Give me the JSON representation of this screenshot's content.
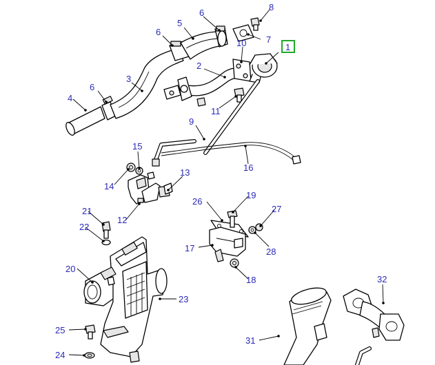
{
  "colors": {
    "label": "#2a2ab8",
    "highlight": "#1faa2a",
    "line": "#000000"
  },
  "highlighted_callout": "1",
  "callouts": [
    "1",
    "2",
    "3",
    "4",
    "5",
    "6",
    "6",
    "6",
    "7",
    "8",
    "9",
    "10",
    "11",
    "12",
    "13",
    "14",
    "15",
    "16",
    "17",
    "18",
    "19",
    "20",
    "21",
    "22",
    "23",
    "24",
    "25",
    "26",
    "27",
    "28",
    "31",
    "32"
  ]
}
